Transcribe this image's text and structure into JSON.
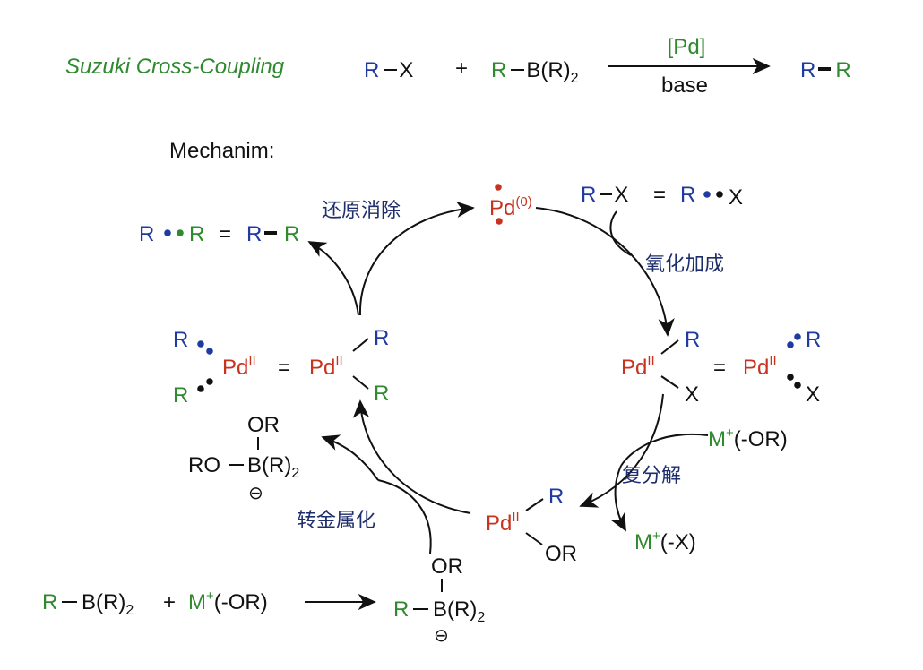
{
  "colors": {
    "blue": "#1f3aa0",
    "green": "#2f8a2f",
    "red": "#c8321e",
    "black": "#111111",
    "navy": "#1e2d6b"
  },
  "header": {
    "title": "Suzuki Cross-Coupling",
    "arrow_top": "[Pd]",
    "arrow_bottom": "base"
  },
  "labels": {
    "mechanism": "Mechanim:",
    "reductive_elimination": "还原消除",
    "oxidative_addition": "氧化加成",
    "metathesis": "复分解",
    "transmetalation": "转金属化"
  },
  "species": {
    "R": "R",
    "X": "X",
    "Pd": "Pd",
    "pd0_ox": "(0)",
    "pd2_ox": "II",
    "B": "B",
    "B_R2": "B(R)",
    "B_R2_tail": "(R)",
    "sub2": "2",
    "OR": "OR",
    "RO": "RO",
    "M": "M",
    "plus_sup": "+",
    "minus_OR": "(-OR)",
    "minus_X": "(-X)",
    "minus_circle": "⊖",
    "equals": "=",
    "plus": "+"
  }
}
